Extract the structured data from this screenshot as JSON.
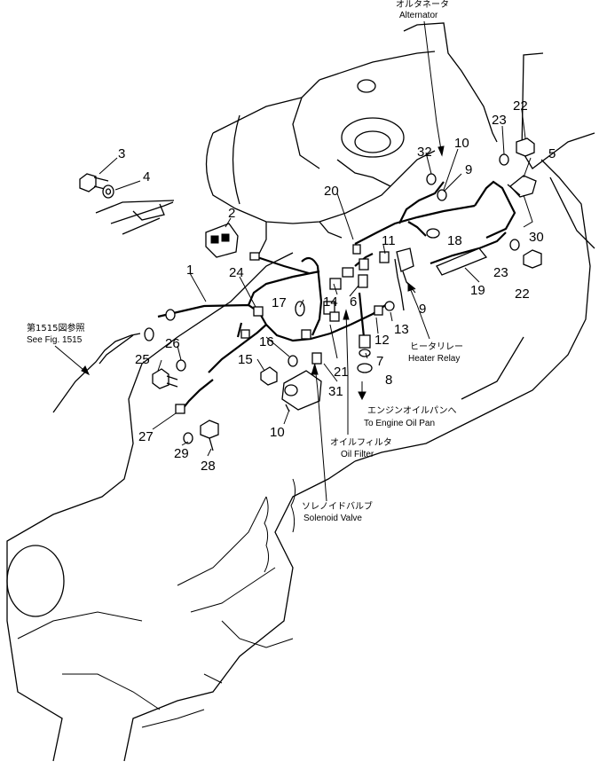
{
  "callouts": {
    "alternator_jp": "オルタネータ",
    "alternator_en": "Alternator",
    "see_fig_jp": "第1515図参照",
    "see_fig_en": "See Fig. 1515",
    "heater_relay_jp": "ヒータリレー",
    "heater_relay_en": "Heater Relay",
    "oil_pan_jp": "エンジンオイルパンへ",
    "oil_pan_en": "To Engine Oil Pan",
    "oil_filter_jp": "オイルフィルタ",
    "oil_filter_en": "Oil Filter",
    "solenoid_jp": "ソレノイドバルブ",
    "solenoid_en": "Solenoid Valve"
  },
  "part_numbers": [
    "1",
    "2",
    "3",
    "4",
    "5",
    "6",
    "7",
    "8",
    "9",
    "9",
    "10",
    "10",
    "11",
    "12",
    "13",
    "14",
    "15",
    "16",
    "17",
    "18",
    "19",
    "20",
    "21",
    "22",
    "22",
    "23",
    "23",
    "24",
    "25",
    "26",
    "27",
    "28",
    "29",
    "30",
    "31",
    "32"
  ]
}
